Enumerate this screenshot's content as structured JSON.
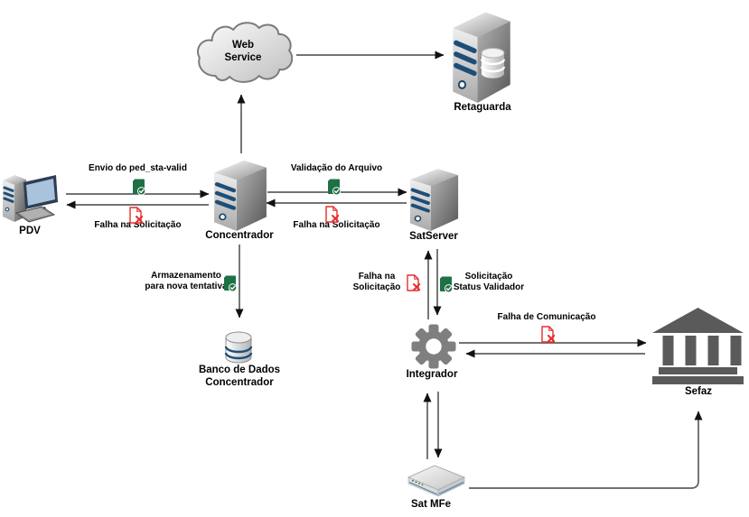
{
  "diagram": {
    "nodes": {
      "web_service": "Web\nService",
      "retaguarda": "Retaguarda",
      "pdv": "PDV",
      "concentrador": "Concentrador",
      "satserver": "SatServer",
      "banco_dados": "Banco de Dados\nConcentrador",
      "integrador": "Integrador",
      "sefaz": "Sefaz",
      "sat_mfe": "Sat MFe"
    },
    "edges": {
      "envio_ped_sta_valid": "Envio do ped_sta-valid",
      "falha_solicitacao_pdv": "Falha na Solicitação",
      "validacao_arquivo": "Validação do Arquivo",
      "falha_solicitacao_satserver": "Falha na Solicitação",
      "armazenamento_nova_tentativa": "Armazenamento\npara nova tentativa",
      "falha_solicitacao_integrador": "Falha na\nSolicitação",
      "solicitacao_status_validador": "Solicitação\nStatus Validador",
      "falha_comunicacao": "Falha de Comunicação"
    },
    "icons": {
      "success": "document-check-icon",
      "error": "document-error-icon"
    },
    "colors": {
      "success_green": "#1e7145",
      "error_red": "#e82c2c",
      "stripe_blue": "#1d4e78",
      "connector_gray": "#5f5f5f",
      "node_gray": "#7f7f7f",
      "background": "#ffffff"
    }
  }
}
